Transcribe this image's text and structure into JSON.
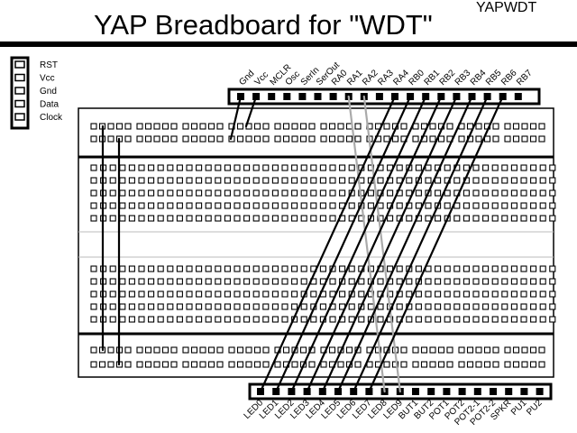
{
  "header": {
    "title": "YAP Breadboard for \"WDT\"",
    "corner_tag": "YAPWDT"
  },
  "programmer_connector": {
    "pins": [
      "RST",
      "Vcc",
      "Gnd",
      "Data",
      "Clock"
    ]
  },
  "top_header": {
    "pins": [
      "Gnd",
      "Vcc",
      "MCLR",
      "Osc",
      "SerIn",
      "SerOut",
      "RA0",
      "RA1",
      "RA2",
      "RA3",
      "RA4",
      "RB0",
      "RB1",
      "RB2",
      "RB3",
      "RB4",
      "RB5",
      "RB6",
      "RB7"
    ]
  },
  "bottom_header": {
    "pins": [
      "LED0",
      "LED1",
      "LED2",
      "LED3",
      "LED4",
      "LED5",
      "LED6",
      "LED7",
      "LED8",
      "LED9",
      "BUT1",
      "BUT2",
      "POT1",
      "POT2",
      "POT2-1",
      "POT2-2",
      "SPKR",
      "PU1",
      "PU2"
    ]
  },
  "colors": {
    "ink": "#000000",
    "paper": "#ffffff",
    "gray_wire": "#aaaaaa",
    "board_line": "#bbbbbb"
  }
}
